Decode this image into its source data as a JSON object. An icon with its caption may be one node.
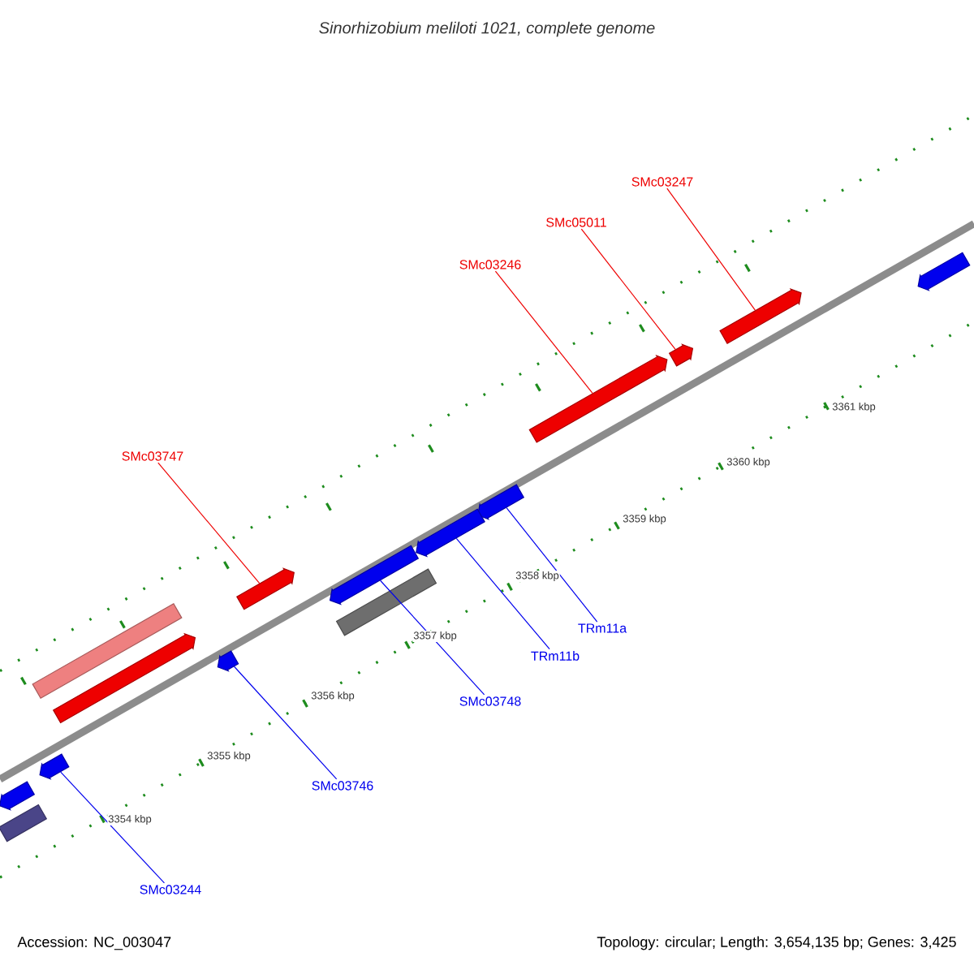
{
  "diagram": {
    "title": "Sinorhizobium meliloti 1021, complete genome",
    "nodes": [
      {
        "text": [
          "SMc03247"
        ]
      },
      {
        "text": [
          "SMc05011"
        ]
      },
      {
        "text": [
          "SMc03246"
        ]
      },
      {
        "text": [
          "SMc03747"
        ]
      },
      {
        "text": [
          "TRm11a"
        ]
      },
      {
        "text": [
          "TRm11b"
        ]
      },
      {
        "text": [
          "SMc03748"
        ]
      },
      {
        "text": [
          "SMc03746"
        ]
      },
      {
        "text": [
          "SMc03244"
        ]
      },
      {
        "text": [],
        "shape": "arrow"
      },
      {
        "text": [],
        "shape": "arrow"
      },
      {
        "text": [],
        "shape": "arrow"
      },
      {
        "text": [],
        "shape": "arrow"
      },
      {
        "text": [],
        "shape": "arrow"
      },
      {
        "text": [],
        "shape": "arrow"
      },
      {
        "text": [],
        "shape": "arrow"
      },
      {
        "text": [],
        "shape": "arrow"
      },
      {
        "text": [],
        "shape": "bar"
      },
      {
        "text": [],
        "shape": "bar"
      },
      {
        "text": [],
        "shape": "arrow"
      },
      {
        "text": [],
        "shape": "arrow"
      },
      {
        "text": [],
        "shape": "arrow"
      },
      {
        "text": [],
        "shape": "arrow"
      },
      {
        "text": [],
        "shape": "bar"
      }
    ],
    "edges": [
      {
        "from": 0,
        "to": 10,
        "arrow": "none",
        "color": "#ee0000"
      },
      {
        "from": 1,
        "to": 11,
        "arrow": "none",
        "color": "#ee0000"
      },
      {
        "from": 2,
        "to": 12,
        "arrow": "none",
        "color": "#ee0000"
      },
      {
        "from": 3,
        "to": 13,
        "arrow": "none",
        "color": "#ee0000"
      },
      {
        "from": 4,
        "to": 14,
        "arrow": "none"
      },
      {
        "from": 5,
        "to": 15,
        "arrow": "none"
      },
      {
        "from": 6,
        "to": 16,
        "arrow": "none"
      },
      {
        "from": 7,
        "to": 20,
        "arrow": "none"
      },
      {
        "from": 8,
        "to": 21,
        "arrow": "none"
      }
    ],
    "labels": [
      "3361 kbp",
      "3360 kbp",
      "3359 kbp",
      "3358 kbp",
      "3357 kbp",
      "3356 kbp",
      "3355 kbp",
      "3354 kbp",
      "Accession: NC_003047",
      "Topology: circular; Length: 3,654,135 bp; Genes: 3,425"
    ]
  }
}
